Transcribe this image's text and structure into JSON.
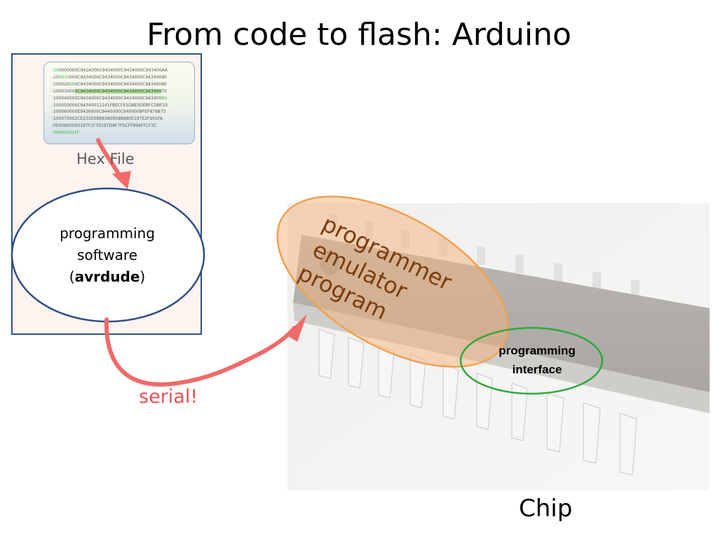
{
  "slide": {
    "title": "From code to flash: Arduino"
  },
  "hex_file": {
    "label": "Hex File",
    "lines": [
      {
        "a": ":",
        "b": "10",
        "c": "0000",
        "d": "00",
        "e": "0C942A000C9434000C9434000C943400AA"
      },
      {
        "a": ":",
        "b": "10",
        "c": "0010",
        "d": "00",
        "e": "0C9434000C9434000C9434000C94340090"
      },
      {
        "a": ":",
        "b": "10",
        "c": "0020",
        "d": "00",
        "e": "0C9434000C9434000C9434000C94340080"
      },
      {
        "a": ":",
        "b": "10",
        "c": "0030",
        "d": "00",
        "e": "0C9434000C9434000C9434000C943400",
        "f": "70"
      },
      {
        "a": ":",
        "b": "10",
        "c": "0040",
        "d": "00",
        "e": "0C9434000C9434000C9434000C943400",
        "f": "60"
      },
      {
        "a": ":",
        "b": "10",
        "c": "0050",
        "d": "00",
        "e": "0C94340011241FBECFE5D8E0DEBFCDBF25"
      },
      {
        "a": ":",
        "b": "10",
        "c": "0060",
        "d": "00",
        "e": "0E9436000C9445000C9400008FEF878873"
      },
      {
        "a": ":",
        "b": "10",
        "c": "0070",
        "d": "00",
        "e": "2CE231E08883809588880E197E2F901FA"
      },
      {
        "a": ":",
        "b": "0E",
        "c": "0080",
        "d": "00",
        "e": "03197F1F70197D9F7F5CFF894FFCF3C"
      },
      {
        "a": ":",
        "b": "00",
        "c": "0000",
        "d": "01",
        "e": "FF"
      }
    ]
  },
  "software": {
    "line1": "programming",
    "line2": "software",
    "paren_open": "(",
    "name": "avrdude",
    "paren_close": ")"
  },
  "link": {
    "label": "serial!"
  },
  "chip": {
    "label": "Chip",
    "emulator_line1": "programmer",
    "emulator_line2": "emulator",
    "emulator_line3": "program",
    "interface_line1": "programming",
    "interface_line2": "interface"
  },
  "colors": {
    "panel_border": "#2f4f85",
    "panel_fill": "#fdf3ef",
    "arrow": "#f06a6a",
    "emulator_outline": "#f0a050",
    "emulator_fill": "#f5b27a",
    "emulator_text": "#7a3d0d",
    "interface_outline": "#2ca83a",
    "serial_text": "#ef4e55"
  }
}
